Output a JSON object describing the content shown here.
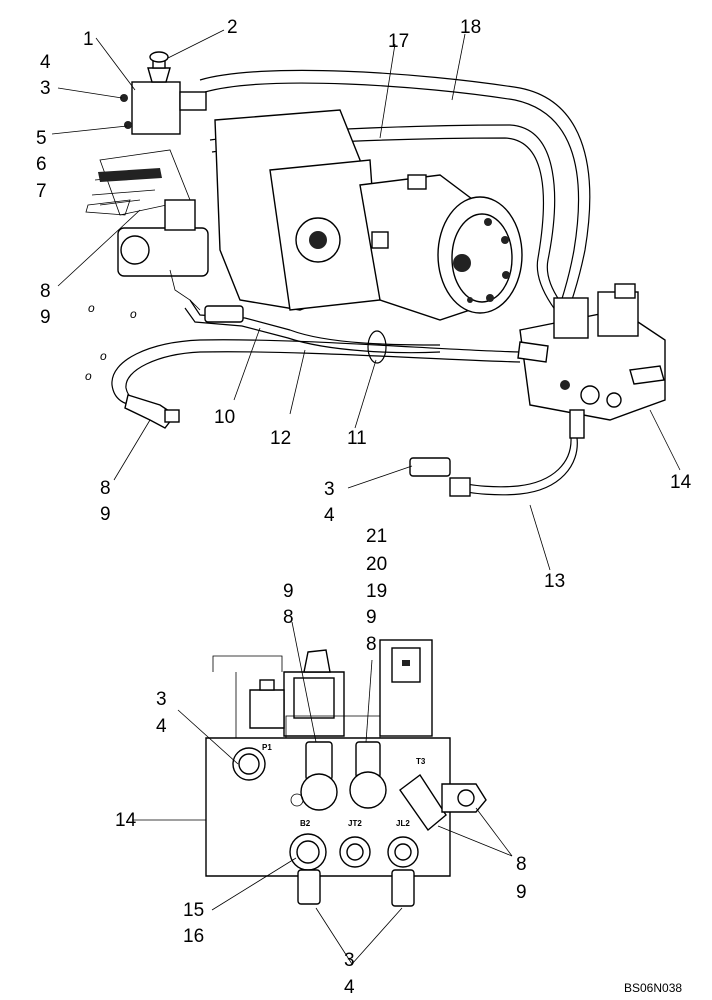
{
  "callouts": {
    "c1": "1",
    "c2": "2",
    "c4a": "4",
    "c3a": "3",
    "c5": "5",
    "c6": "6",
    "c7": "7",
    "c17": "17",
    "c18": "18",
    "c8a": "8",
    "c9a": "9",
    "c10": "10",
    "c12": "12",
    "c11": "11",
    "c14a": "14",
    "c8b": "8",
    "c9b": "9",
    "c3b": "3",
    "c4b": "4",
    "c13": "13",
    "c21": "21",
    "c20": "20",
    "c19": "19",
    "c9c": "9",
    "c8c": "8",
    "c9d": "9",
    "c8d": "8",
    "c3c": "3",
    "c4c": "4",
    "c14b": "14",
    "c8e": "8",
    "c9e": "9",
    "c15": "15",
    "c16": "16",
    "c3d": "3",
    "c4d": "4"
  },
  "ports": {
    "p1": "P1",
    "t3": "T3",
    "b2": "B2",
    "jt2": "JT2",
    "jl2": "JL2"
  },
  "figure_ref": "BS06N038"
}
